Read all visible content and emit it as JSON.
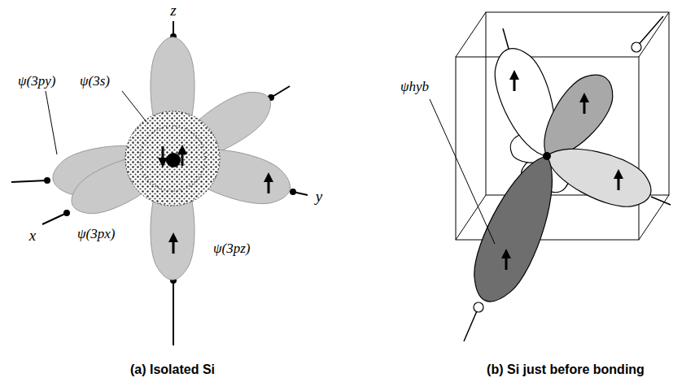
{
  "diagram": {
    "labels": [
      "z",
      "ψ(3s)",
      "ψ(3py)",
      "y",
      "x",
      "ψ(3px)",
      "ψ(3pz)",
      "ψhyb",
      "(a) Isolated Si",
      "(b) Si just before bonding"
    ]
  }
}
